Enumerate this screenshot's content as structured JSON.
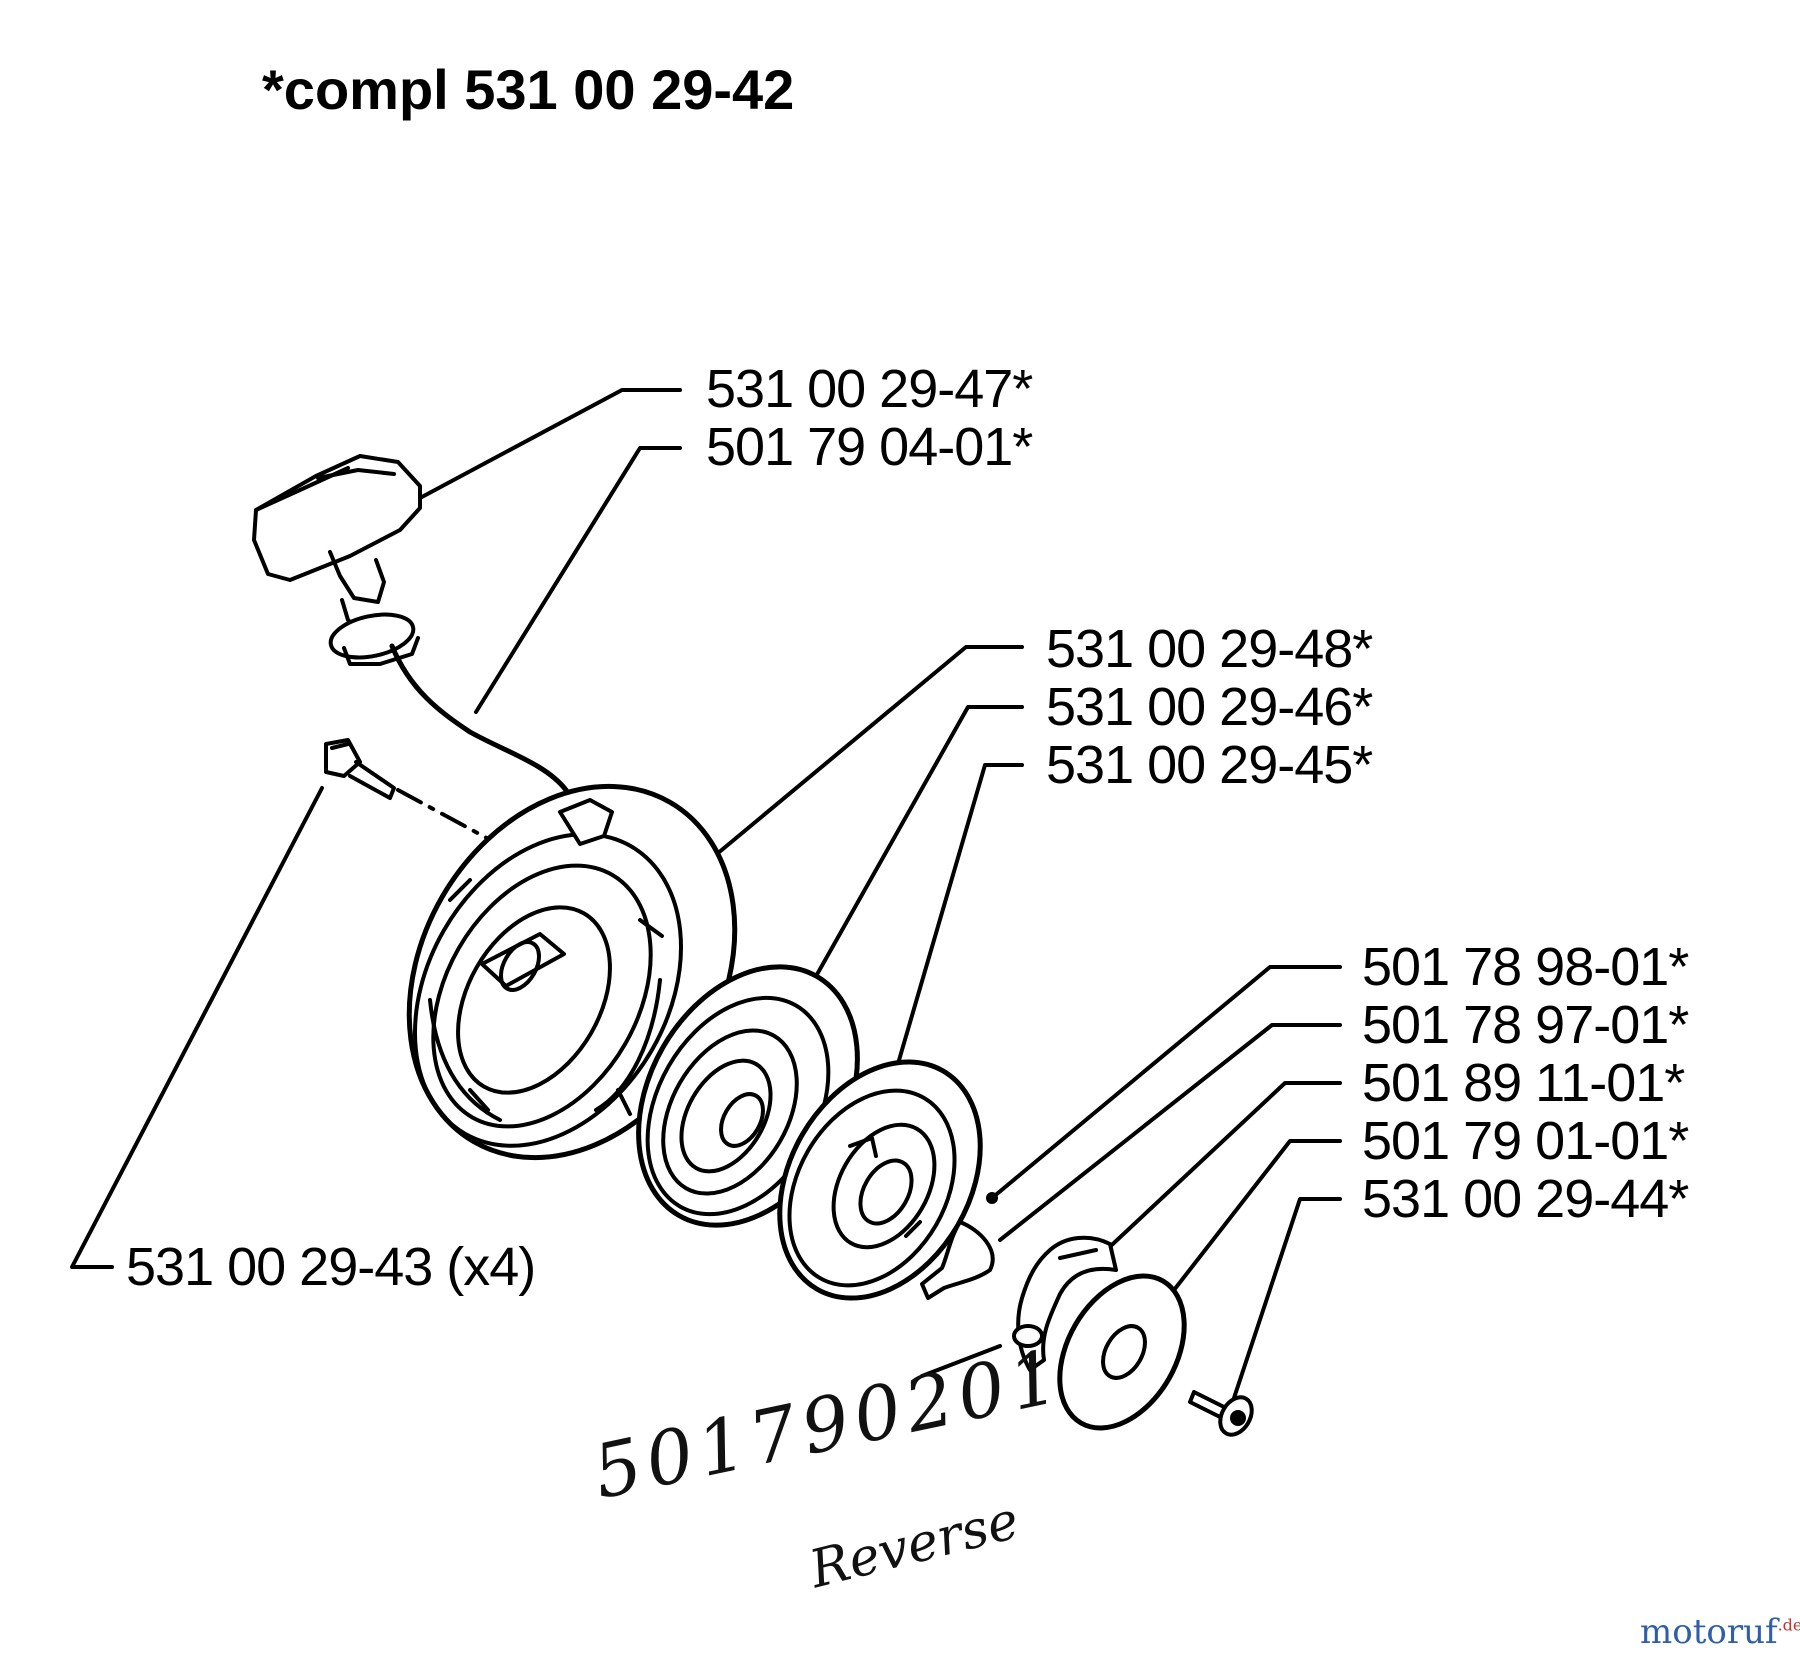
{
  "title": "*compl 531 00 29-42",
  "part_labels": [
    "531 00 29-47*",
    "501 79 04-01*",
    "531 00 29-48*",
    "531 00 29-46*",
    "531 00 29-45*",
    "501 78 98-01*",
    "501 78 97-01*",
    "501 89 11-01*",
    "501 79 01-01*",
    "531 00 29-44*",
    "531 00 29-43 (x4)"
  ],
  "handwritten": {
    "number": "501790201",
    "word": "Reverse"
  },
  "watermark": {
    "brand": "motoruf",
    "suffix": ".de"
  },
  "colors": {
    "ink": "#000000",
    "watermark_blue": "#2f5fa8",
    "watermark_red": "#c8322b"
  }
}
